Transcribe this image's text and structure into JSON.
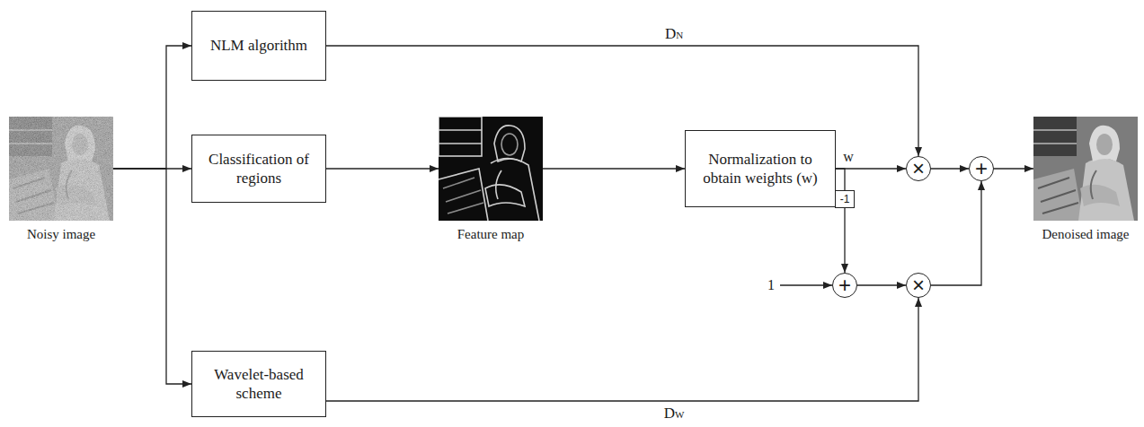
{
  "diagram": {
    "nodes": [
      {
        "text": [
          "Noisy image"
        ]
      },
      {
        "text": [
          "NLM algorithm"
        ]
      },
      {
        "text": [
          "Classification of regions"
        ]
      },
      {
        "text": [
          "Wavelet-based scheme"
        ]
      },
      {
        "text": [
          "Feature map"
        ]
      },
      {
        "text": [
          "Normalization to obtain weights (w)"
        ]
      },
      {
        "text": [
          "×"
        ]
      },
      {
        "text": [
          "-1"
        ]
      },
      {
        "text": [
          "+"
        ]
      },
      {
        "text": [
          "×"
        ]
      },
      {
        "text": [
          "+"
        ]
      },
      {
        "text": [
          "Denoised image"
        ]
      }
    ],
    "edges": [
      {
        "from": 0,
        "to": 1,
        "arrow": "to"
      },
      {
        "from": 0,
        "to": 2,
        "arrow": "to"
      },
      {
        "from": 0,
        "to": 3,
        "arrow": "to"
      },
      {
        "from": 2,
        "to": 4,
        "arrow": "to"
      },
      {
        "from": 4,
        "to": 5,
        "arrow": "to"
      },
      {
        "from": 1,
        "to": 6,
        "label": "DN",
        "arrow": "to"
      },
      {
        "from": 5,
        "to": 6,
        "label": "w",
        "arrow": "to"
      },
      {
        "from": 5,
        "to": 7,
        "arrow": "none"
      },
      {
        "from": 7,
        "to": 8,
        "arrow": "to"
      },
      {
        "from": 8,
        "to": 9,
        "arrow": "to"
      },
      {
        "from": 3,
        "to": 9,
        "label": "DW",
        "arrow": "to"
      },
      {
        "from": 6,
        "to": 10,
        "arrow": "to"
      },
      {
        "from": 9,
        "to": 10,
        "arrow": "to"
      },
      {
        "from": 10,
        "to": 11,
        "arrow": "to"
      }
    ],
    "labels": [
      "1"
    ]
  }
}
